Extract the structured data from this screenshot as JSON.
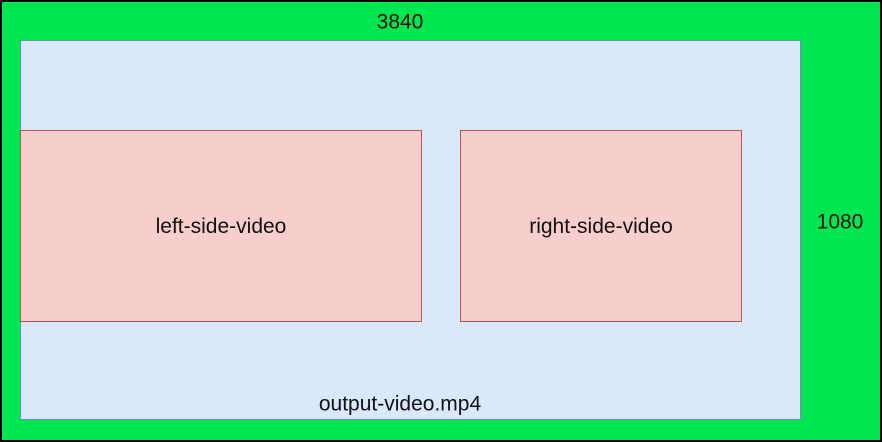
{
  "diagram": {
    "width_label": "3840",
    "height_label": "1080",
    "output_label": "output-video.mp4",
    "left_video_label": "left-side-video",
    "right_video_label": "right-side-video"
  },
  "colors": {
    "outer_fill": "#00e650",
    "canvas_fill": "#dae8fc",
    "canvas_border": "#6c8ebf",
    "clip_fill": "#f8cecc",
    "clip_border": "#b85450"
  }
}
